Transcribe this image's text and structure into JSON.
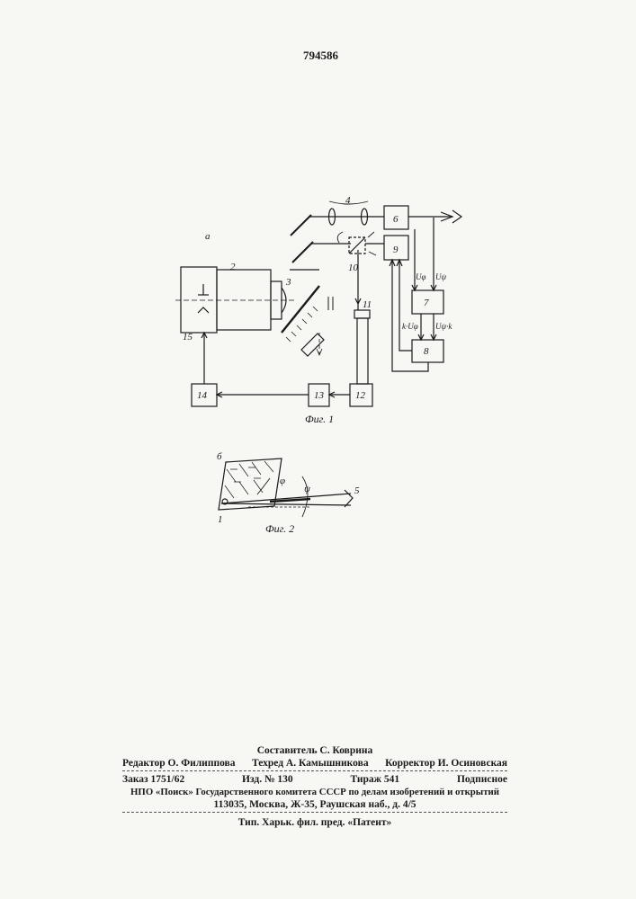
{
  "patent_number": "794586",
  "figure1": {
    "caption": "Фиг. 1",
    "labels": {
      "a": "а",
      "n2": "2",
      "n3": "3",
      "n4": "4",
      "n6": "6",
      "n9": "9",
      "n10": "10",
      "n11": "11",
      "n7": "7",
      "n8": "8",
      "n12": "12",
      "n13": "13",
      "n14": "14",
      "n15": "15",
      "u_phi": "Uφ",
      "u_psi": "Uψ",
      "k_u_phi": "k·Uφ",
      "u_psi_k": "Uψ·k"
    }
  },
  "figure2": {
    "caption": "Фиг. 2",
    "labels": {
      "b": "б",
      "n1": "1",
      "n5": "5",
      "phi": "φ",
      "psi": "ψ"
    }
  },
  "imprint": {
    "compiler": "Составитель С. Коврина",
    "editor": "Редактор О. Филиппова",
    "techred": "Техред А. Камышникова",
    "corrector": "Корректор И. Осиновская",
    "order": "Заказ 1751/62",
    "edition": "Изд. № 130",
    "circulation": "Тираж 541",
    "subscription": "Подписное",
    "org": "НПО «Поиск» Государственного комитета СССР по делам изобретений и открытий",
    "address": "113035, Москва, Ж-35, Раушская наб., д. 4/5",
    "printer": "Тип. Харьк. фил. пред. «Патент»"
  }
}
